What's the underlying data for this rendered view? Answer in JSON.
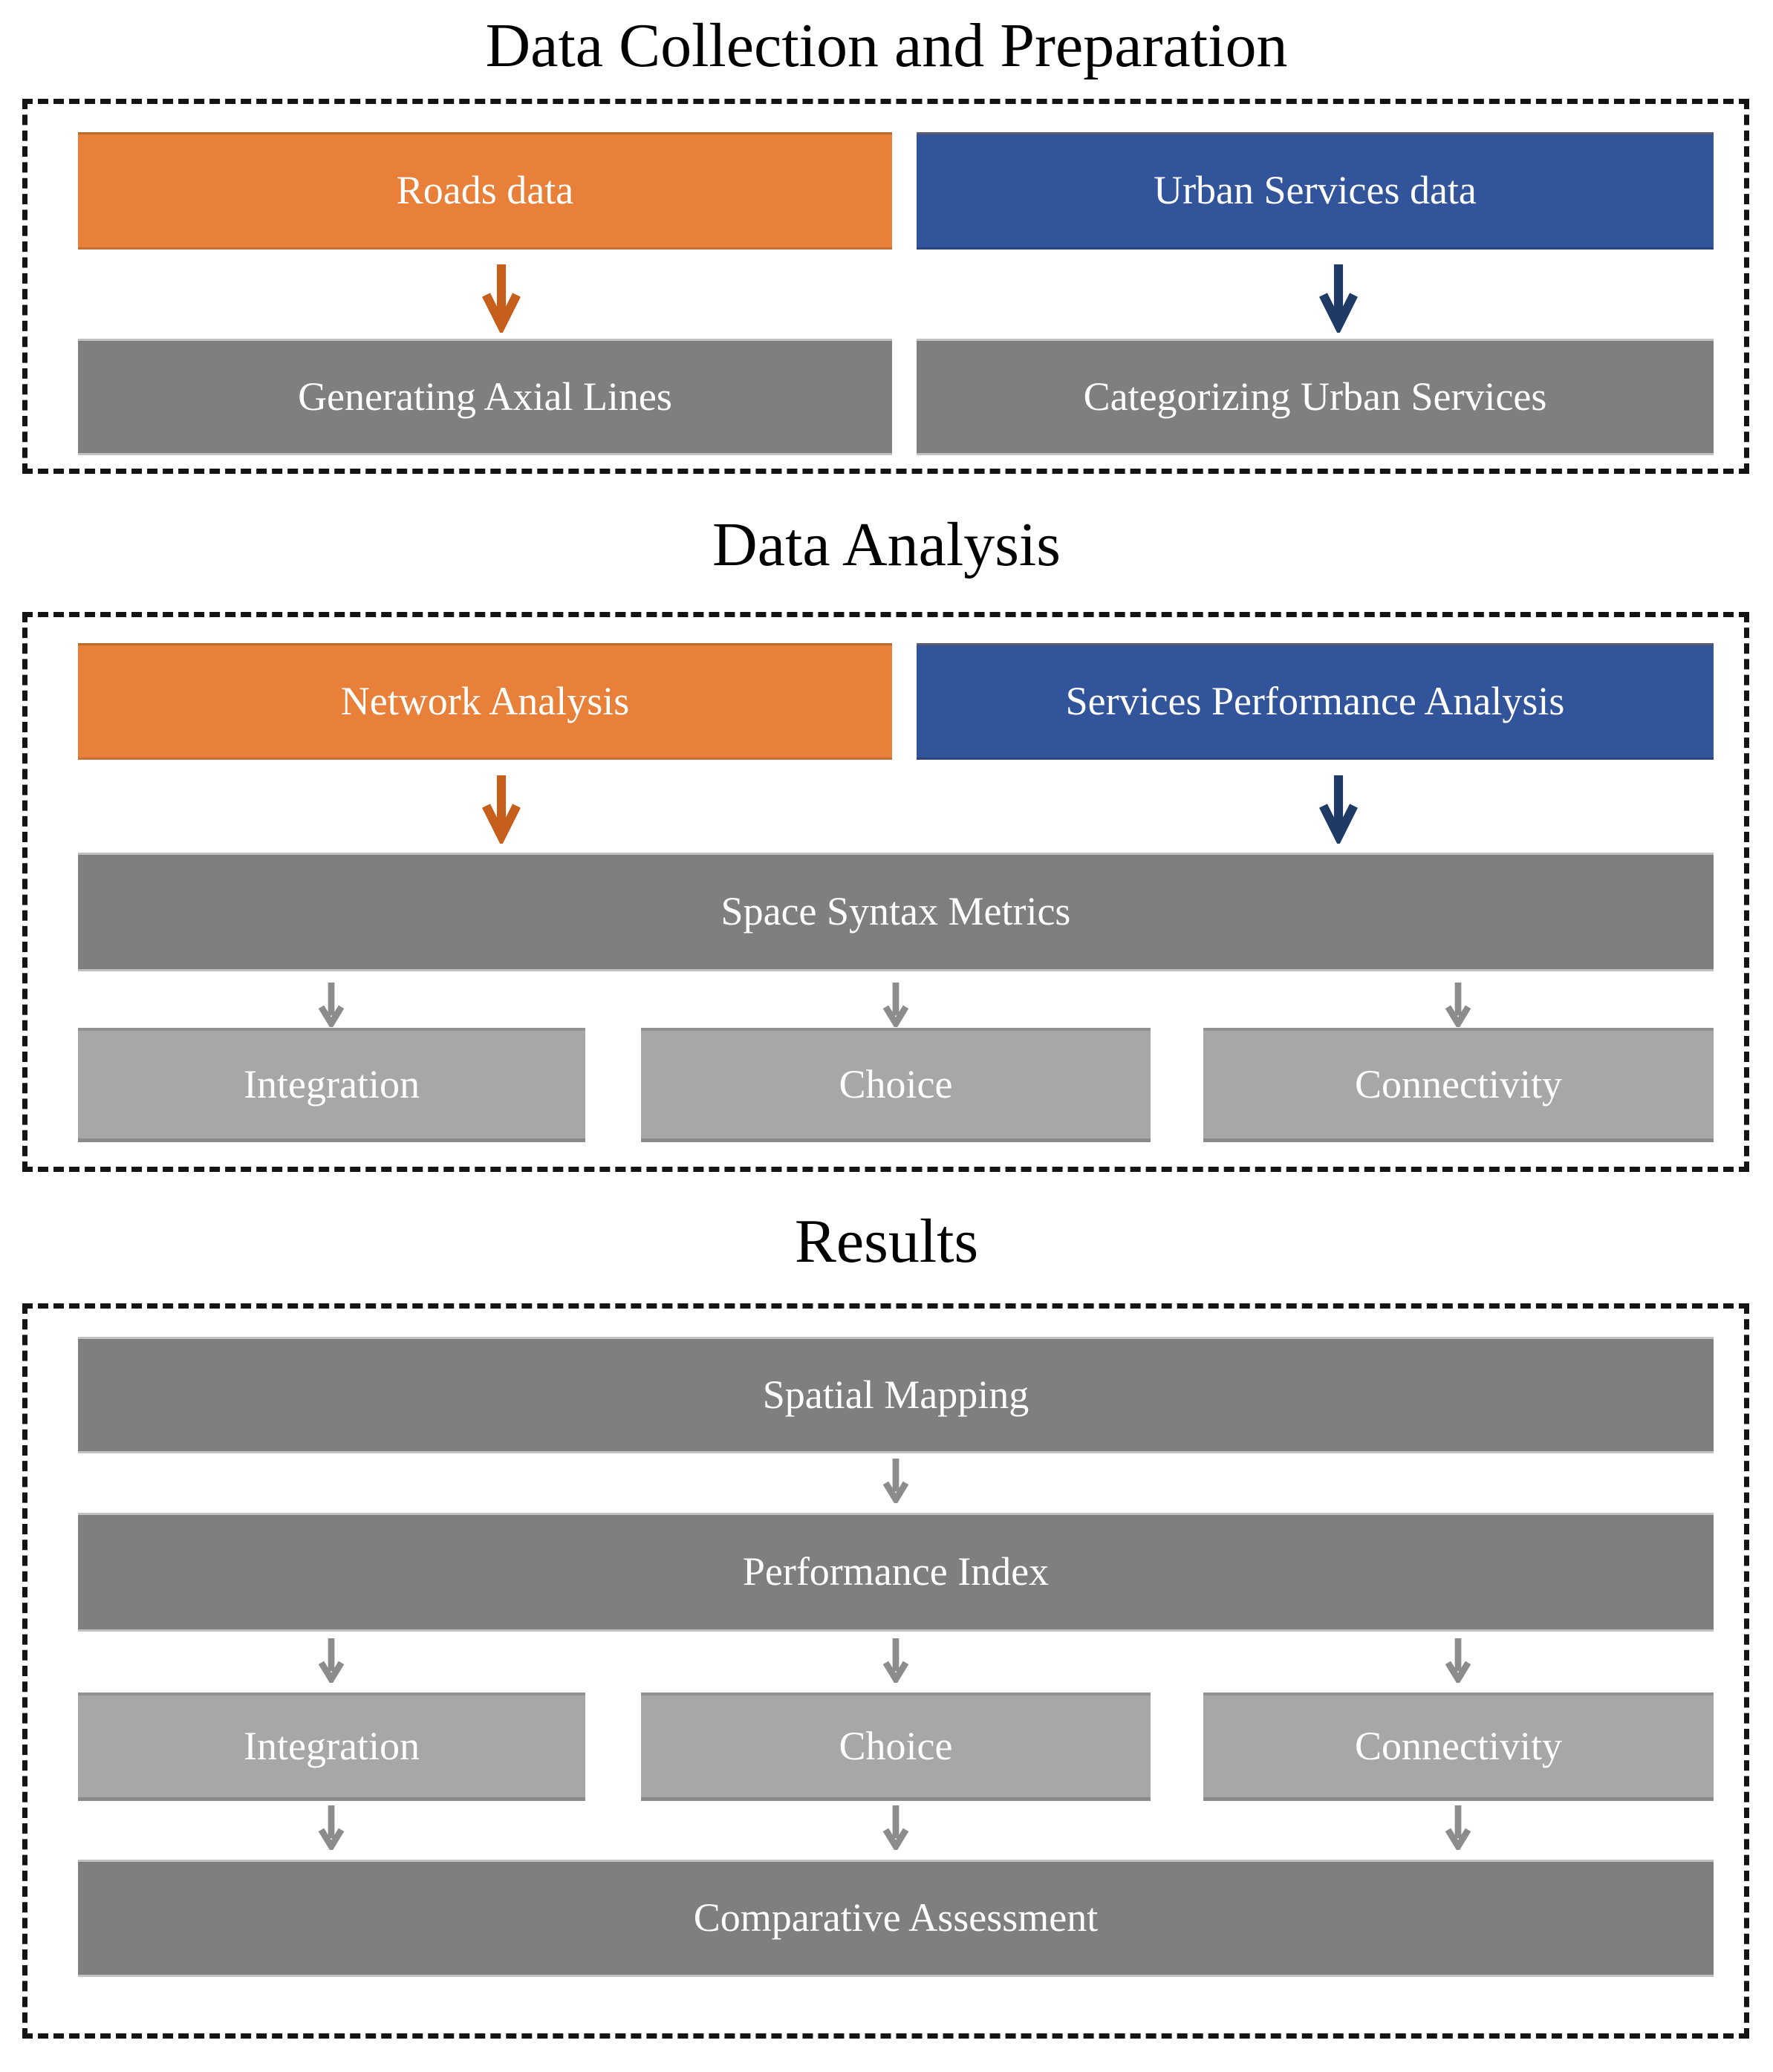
{
  "colors": {
    "orange": "#E8803A",
    "blue": "#31549B",
    "dark-gray": "#7F7F7F",
    "light-gray": "#A7A7A7",
    "arrow-orange": "#C55F1B",
    "arrow-navy": "#203A66",
    "arrow-gray": "#8C8C8C",
    "border": "#141414",
    "box-text": "#FFFFFF",
    "title-text": "#000000"
  },
  "sections": {
    "collection": {
      "title": "Data Collection and Preparation",
      "roads_label": "Roads data",
      "urban_label": "Urban Services data",
      "axial_label": "Generating Axial Lines",
      "categorizing_label": "Categorizing Urban Services"
    },
    "analysis": {
      "title": "Data Analysis",
      "network_label": "Network Analysis",
      "services_label": "Services Performance Analysis",
      "metrics_label": "Space Syntax Metrics",
      "integration_label": "Integration",
      "choice_label": "Choice",
      "connectivity_label": "Connectivity"
    },
    "results": {
      "title": "Results",
      "spatial_label": "Spatial Mapping",
      "performance_label": "Performance Index",
      "integration_label": "Integration",
      "choice_label": "Choice",
      "connectivity_label": "Connectivity",
      "comparative_label": "Comparative Assessment"
    }
  }
}
